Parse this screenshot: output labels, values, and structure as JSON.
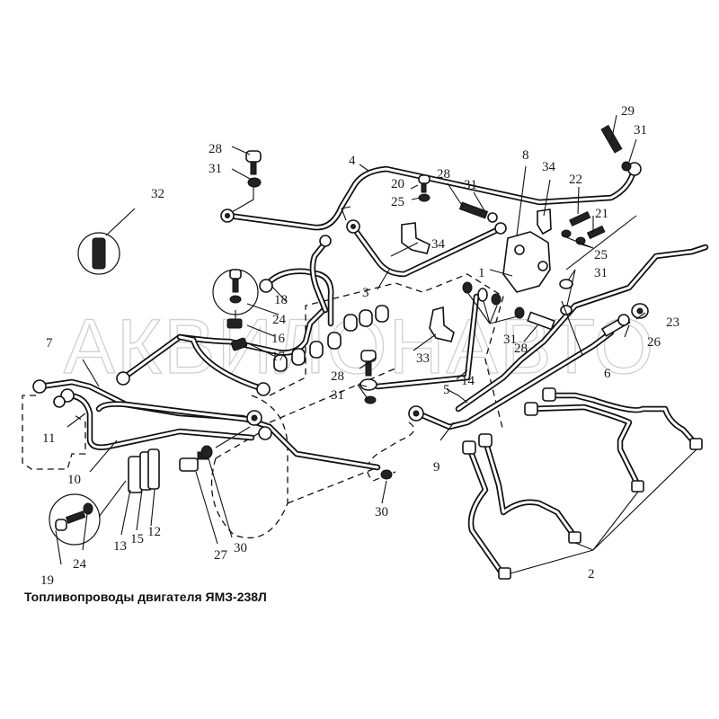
{
  "diagram": {
    "caption": "Топливопроводы двигателя ЯМЗ-238Л",
    "watermark": "АКВИЛОНАВТО",
    "callouts": {
      "c1": "1",
      "c2": "2",
      "c3": "3",
      "c4": "4",
      "c5": "5",
      "c6": "6",
      "c7": "7",
      "c8": "8",
      "c9": "9",
      "c10": "10",
      "c11": "11",
      "c12": "12",
      "c13": "13",
      "c14": "14",
      "c15": "15",
      "c16": "16",
      "c17": "17",
      "c18": "18",
      "c19": "19",
      "c20": "20",
      "c21": "21",
      "c22": "22",
      "c23": "23",
      "c24a": "24",
      "c24b": "24",
      "c25a": "25",
      "c25b": "25",
      "c26": "26",
      "c27": "27",
      "c28a": "28",
      "c28b": "28",
      "c28c": "28",
      "c28d": "28",
      "c29": "29",
      "c30a": "30",
      "c30b": "30",
      "c31a": "31",
      "c31b": "31",
      "c31c": "31",
      "c31d": "31",
      "c31e": "31",
      "c31f": "31",
      "c32": "32",
      "c33": "33",
      "c34a": "34",
      "c34b": "34"
    }
  }
}
